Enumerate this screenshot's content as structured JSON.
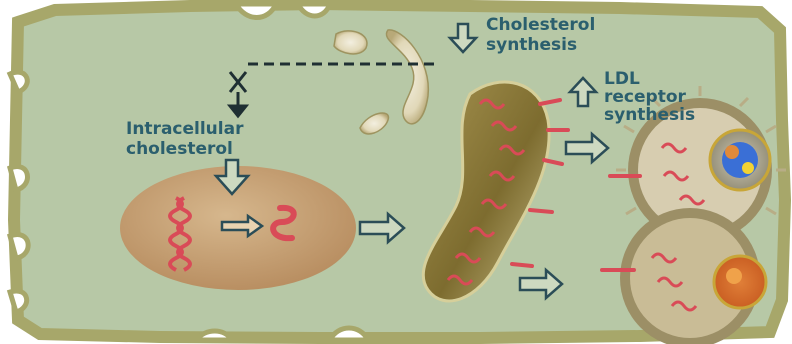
{
  "labels": {
    "cholesterol_synthesis": [
      "Cholesterol",
      "synthesis"
    ],
    "ldl_receptor_synthesis": [
      "LDL",
      "receptor",
      "synthesis"
    ],
    "intracellular_cholesterol": [
      "Intracellular",
      "cholesterol"
    ]
  },
  "colors": {
    "cell_fill": "#b7c8a6",
    "cell_border": "#a7a76a",
    "nucleus_fill": "#c9a77c",
    "er_fill": "#8c7a3a",
    "receptor_red": "#d84a52",
    "label_text": "#2b5f6e",
    "arrow_outline": "#2b4d57"
  }
}
